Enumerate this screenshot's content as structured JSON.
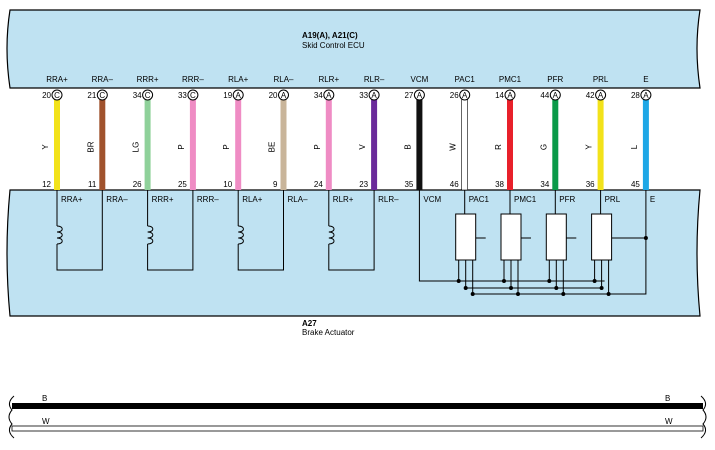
{
  "ecu": {
    "connector_label": "A19(A), A21(C)",
    "name": "Skid Control ECU"
  },
  "actuator": {
    "connector_label": "A27",
    "name": "Brake Actuator"
  },
  "wires": [
    {
      "ecu_label": "RRA+",
      "ecu_pin": "20",
      "ecu_conn": "C",
      "color_code": "Y",
      "color": "#f2e21a",
      "act_pin": "12",
      "act_label": "RRA+"
    },
    {
      "ecu_label": "RRA–",
      "ecu_pin": "21",
      "ecu_conn": "C",
      "color_code": "BR",
      "color": "#a0522d",
      "act_pin": "11",
      "act_label": "RRA–"
    },
    {
      "ecu_label": "RRR+",
      "ecu_pin": "34",
      "ecu_conn": "C",
      "color_code": "LG",
      "color": "#8fd19a",
      "act_pin": "26",
      "act_label": "RRR+"
    },
    {
      "ecu_label": "RRR–",
      "ecu_pin": "33",
      "ecu_conn": "C",
      "color_code": "P",
      "color": "#ef8cc4",
      "act_pin": "25",
      "act_label": "RRR–"
    },
    {
      "ecu_label": "RLA+",
      "ecu_pin": "19",
      "ecu_conn": "A",
      "color_code": "P",
      "color": "#ef8cc4",
      "act_pin": "10",
      "act_label": "RLA+"
    },
    {
      "ecu_label": "RLA–",
      "ecu_pin": "20",
      "ecu_conn": "A",
      "color_code": "BE",
      "color": "#c9b59a",
      "act_pin": "9",
      "act_label": "RLA–"
    },
    {
      "ecu_label": "RLR+",
      "ecu_pin": "34",
      "ecu_conn": "A",
      "color_code": "P",
      "color": "#ef8cc4",
      "act_pin": "24",
      "act_label": "RLR+"
    },
    {
      "ecu_label": "RLR–",
      "ecu_pin": "33",
      "ecu_conn": "A",
      "color_code": "V",
      "color": "#6a2a9a",
      "act_pin": "23",
      "act_label": "RLR–"
    },
    {
      "ecu_label": "VCM",
      "ecu_pin": "27",
      "ecu_conn": "A",
      "color_code": "B",
      "color": "#111111",
      "act_pin": "35",
      "act_label": "VCM"
    },
    {
      "ecu_label": "PAC1",
      "ecu_pin": "26",
      "ecu_conn": "A",
      "color_code": "W",
      "color": "#ffffff",
      "act_pin": "46",
      "act_label": "PAC1"
    },
    {
      "ecu_label": "PMC1",
      "ecu_pin": "14",
      "ecu_conn": "A",
      "color_code": "R",
      "color": "#e8202a",
      "act_pin": "38",
      "act_label": "PMC1"
    },
    {
      "ecu_label": "PFR",
      "ecu_pin": "44",
      "ecu_conn": "A",
      "color_code": "G",
      "color": "#0a9a48",
      "act_pin": "34",
      "act_label": "PFR"
    },
    {
      "ecu_label": "PRL",
      "ecu_pin": "42",
      "ecu_conn": "A",
      "color_code": "Y",
      "color": "#f2e21a",
      "act_pin": "36",
      "act_label": "PRL"
    },
    {
      "ecu_label": "E",
      "ecu_pin": "28",
      "ecu_conn": "A",
      "color_code": "L",
      "color": "#1ea7e6",
      "act_pin": "45",
      "act_label": "E"
    }
  ],
  "bottom_lines": [
    {
      "code": "B",
      "color": "#000000"
    },
    {
      "code": "W",
      "color": "#ffffff"
    }
  ]
}
